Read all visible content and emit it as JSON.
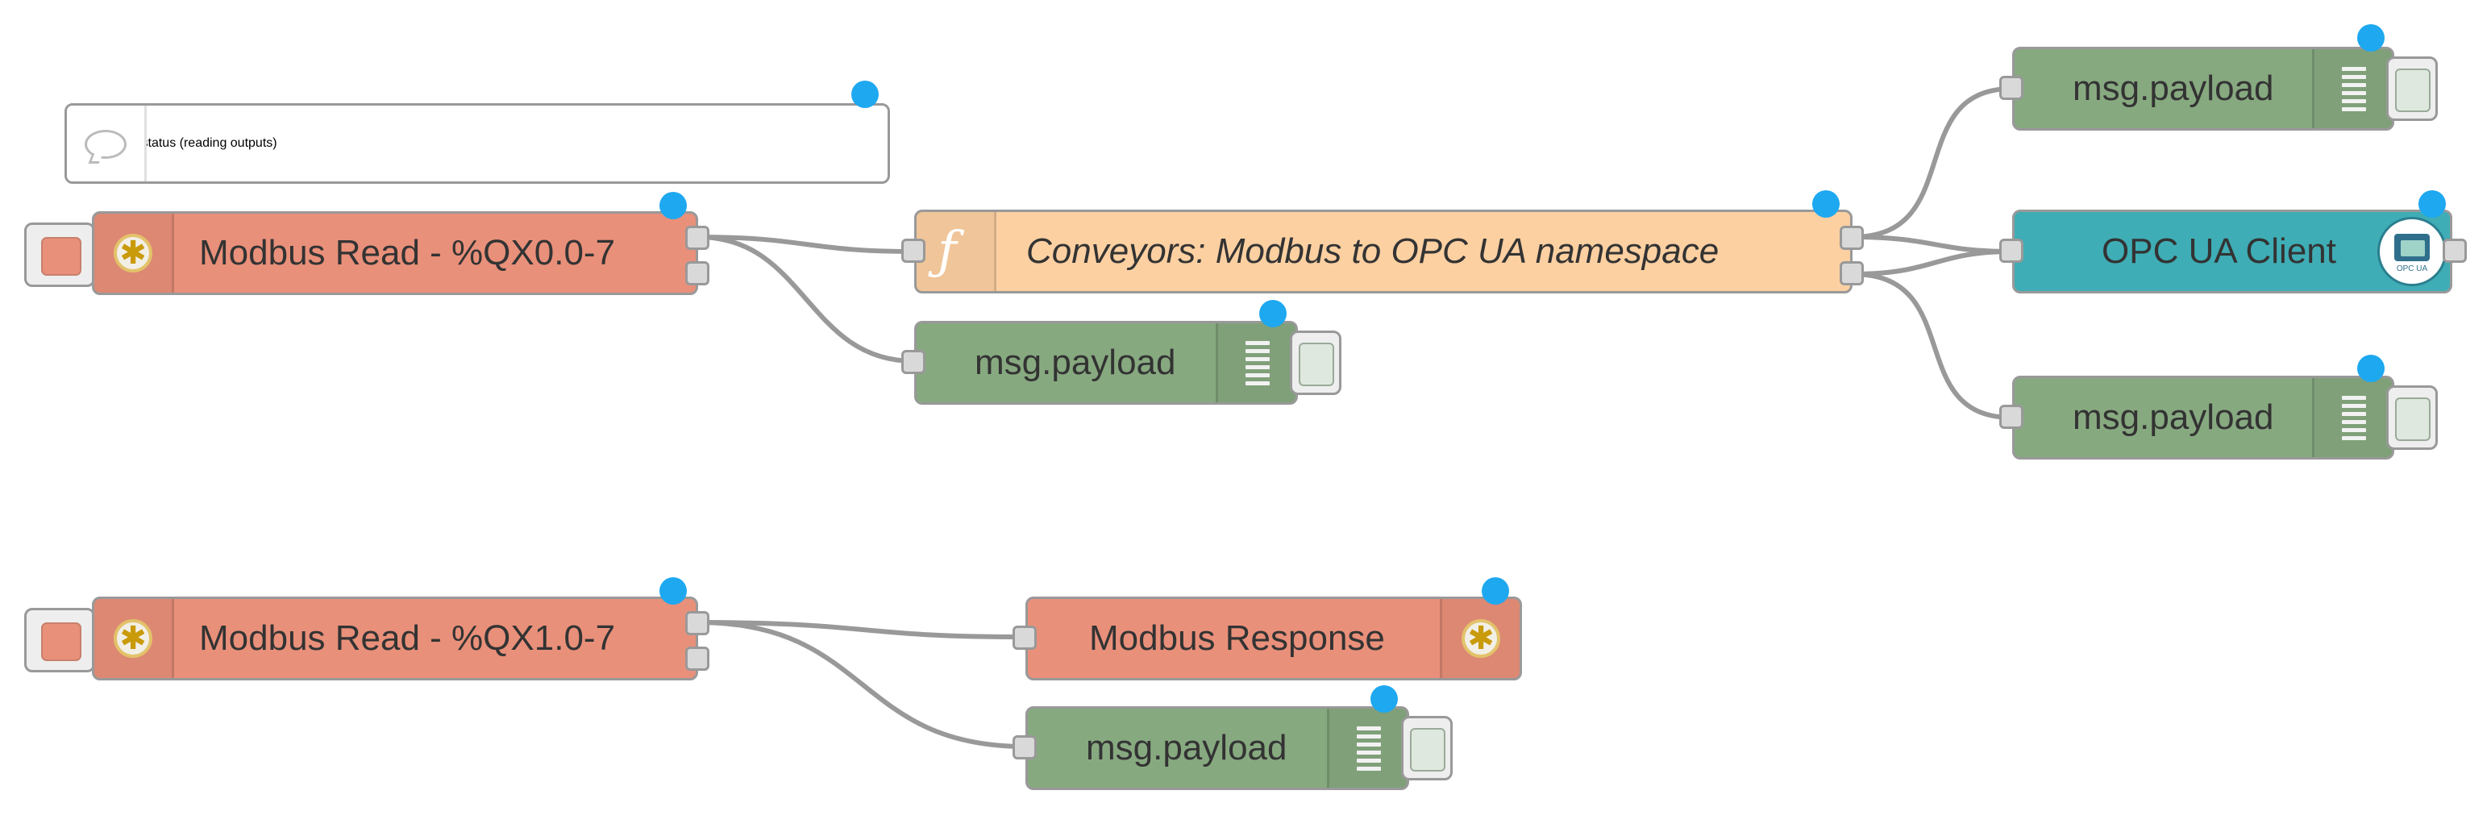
{
  "flow": {
    "comment": {
      "text": "Reading coil status (reading outputs)",
      "icon": "comment-icon"
    },
    "nodes": {
      "modbus_read_1": {
        "label": "Modbus Read - %QX0.0-7",
        "icon": "modbus-icon",
        "color": "#e9907a"
      },
      "modbus_read_2": {
        "label": "Modbus Read - %QX1.0-7",
        "icon": "modbus-icon",
        "color": "#e9907a"
      },
      "function": {
        "label": "Conveyors: Modbus to OPC UA namespace",
        "icon": "function-icon",
        "color": "#fdd0a2"
      },
      "opcua_client": {
        "label": "OPC UA Client",
        "icon": "opcua-icon",
        "color": "#3fadb5"
      },
      "modbus_response": {
        "label": "Modbus Response",
        "icon": "modbus-icon",
        "color": "#e9907a"
      },
      "debug_1": {
        "label": "msg.payload",
        "icon": "debug-icon",
        "color": "#87a980"
      },
      "debug_2": {
        "label": "msg.payload",
        "icon": "debug-icon",
        "color": "#87a980"
      },
      "debug_3": {
        "label": "msg.payload",
        "icon": "debug-icon",
        "color": "#87a980"
      },
      "debug_4": {
        "label": "msg.payload",
        "icon": "debug-icon",
        "color": "#87a980"
      }
    },
    "status_color": "#1ea8f0",
    "wire_color": "#999999"
  }
}
